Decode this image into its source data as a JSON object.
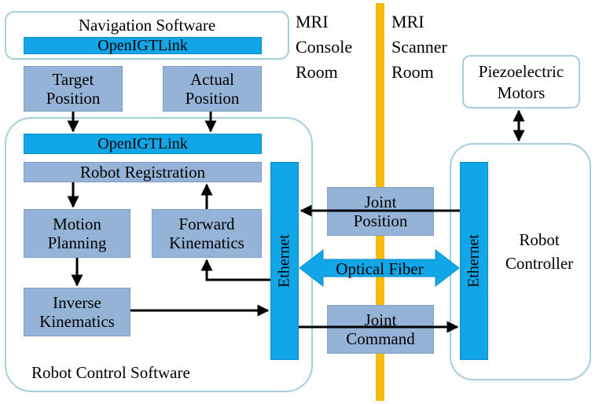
{
  "colors": {
    "frame_border": "#a6cedd",
    "box_fill": "#95b3d7",
    "openigtlink_fill": "#11a6e8",
    "divider": "#f5bb10",
    "arrow": "#000000"
  },
  "navigation": {
    "title": "Navigation Software",
    "openigtlink": "OpenIGTLink",
    "target_position": "Target\nPosition",
    "actual_position": "Actual\nPosition"
  },
  "rooms": {
    "console": "MRI\nConsole\nRoom",
    "scanner": "MRI\nScanner\nRoom"
  },
  "control_software": {
    "title": "Robot Control Software",
    "openigtlink": "OpenIGTLink",
    "registration": "Robot Registration",
    "motion_planning": "Motion\nPlanning",
    "forward_kinematics": "Forward\nKinematics",
    "inverse_kinematics": "Inverse\nKinematics",
    "ethernet": "Ethernet"
  },
  "link": {
    "joint_position": "Joint\nPosition",
    "optical_fiber": "Optical Fiber",
    "joint_command": "Joint\nCommand"
  },
  "controller": {
    "motors": "Piezoelectric\nMotors",
    "title": "Robot\nController",
    "ethernet": "Ethernet"
  }
}
